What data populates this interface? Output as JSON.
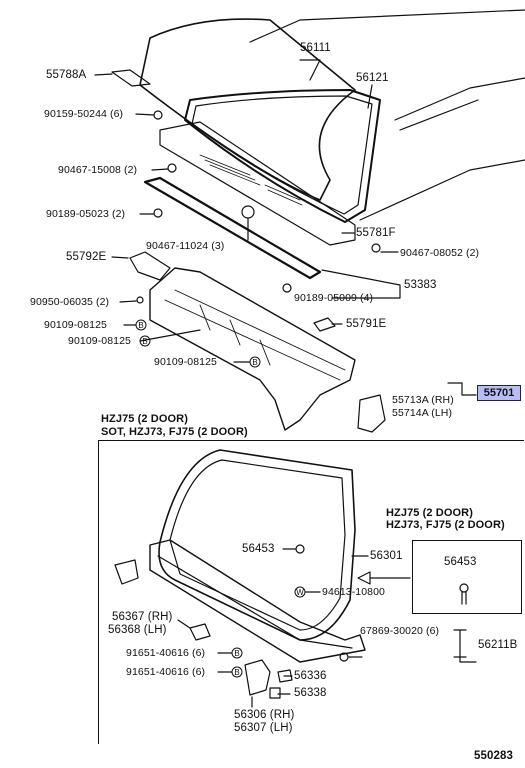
{
  "diagram_id": "550283",
  "highlight_part": "55701",
  "labels": {
    "p56111": "56111",
    "p56121": "56121",
    "p55788A": "55788A",
    "p90159": "90159-50244 (6)",
    "p90467a": "90467-15008 (2)",
    "p90189a": "90189-05023 (2)",
    "p90467b": "90467-11024 (3)",
    "p55781F": "55781F",
    "p90467c": "90467-08052 (2)",
    "p55792E": "55792E",
    "p53383": "53383",
    "p90189b": "90189-05009 (4)",
    "p90950": "90950-06035 (2)",
    "p90109a": "90109-08125",
    "p90109b": "90109-08125",
    "p55791E": "55791E",
    "p90109c": "90109-08125",
    "p55713A": "55713A (RH)",
    "p55714A": "55714A (LH)",
    "p56453a": "56453",
    "p56301": "56301",
    "p94613": "94613-10800",
    "p56453b": "56453",
    "p56367": "56367 (RH)",
    "p56368": "56368 (LH)",
    "p67869": "67869-30020 (6)",
    "p56211B": "56211B",
    "p91651a": "91651-40616 (6)",
    "p91651b": "91651-40616 (6)",
    "p56336": "56336",
    "p56338": "56338",
    "p56306": "56306 (RH)",
    "p56307": "56307 (LH)"
  },
  "sections": {
    "lower_title_1": "HZJ75 (2 DOOR)",
    "lower_title_2": "SOT, HZJ73, FJ75 (2 DOOR)",
    "inset_title_1": "HZJ75 (2 DOOR)",
    "inset_title_2": "HZJ73, FJ75 (2 DOOR)"
  },
  "callout_marks": {
    "b": "B",
    "w": "W"
  },
  "colors": {
    "highlight": "#b9bdf5",
    "line": "#111111"
  }
}
